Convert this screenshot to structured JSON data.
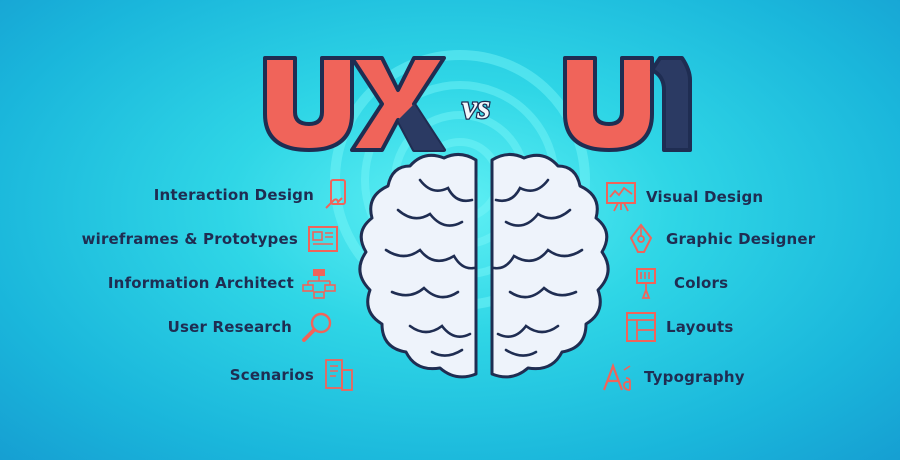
{
  "heading": {
    "left": "UX",
    "vs": "VS",
    "right": "UI"
  },
  "ux_items": [
    {
      "label": "Interaction Design",
      "icon": "touch-phone-icon"
    },
    {
      "label": "wireframes & Prototypes",
      "icon": "wireframe-icon"
    },
    {
      "label": "Information Architect",
      "icon": "sitemap-icon"
    },
    {
      "label": "User Research",
      "icon": "magnifier-icon"
    },
    {
      "label": "Scenarios",
      "icon": "scenario-document-icon"
    }
  ],
  "ui_items": [
    {
      "label": "Visual Design",
      "icon": "easel-chart-icon"
    },
    {
      "label": "Graphic Designer",
      "icon": "pen-tool-icon"
    },
    {
      "label": "Colors",
      "icon": "paint-brush-icon"
    },
    {
      "label": "Layouts",
      "icon": "layout-grid-icon"
    },
    {
      "label": "Typography",
      "icon": "typography-icon"
    }
  ],
  "colors": {
    "coral": "#f0645a",
    "navy": "#1f2d52",
    "brain": "#eef3fb",
    "background": "#2fd6e6"
  }
}
